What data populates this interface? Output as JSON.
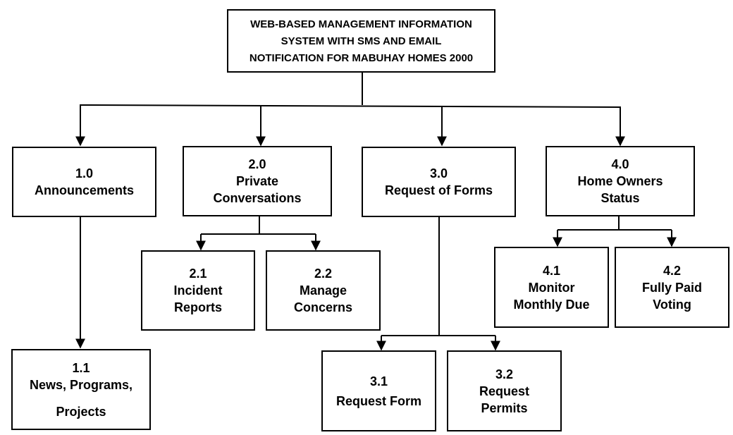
{
  "root": {
    "lines": [
      "WEB-BASED MANAGEMENT INFORMATION",
      "SYSTEM WITH SMS AND EMAIL",
      "NOTIFICATION FOR MABUHAY HOMES 2000"
    ]
  },
  "nodes": {
    "n1": {
      "number": "1.0",
      "lines": [
        "Announcements"
      ]
    },
    "n11": {
      "number": "1.1",
      "lines": [
        "News, Programs,",
        "Projects"
      ]
    },
    "n2": {
      "number": "2.0",
      "lines": [
        "Private",
        "Conversations"
      ]
    },
    "n21": {
      "number": "2.1",
      "lines": [
        "Incident",
        "Reports"
      ]
    },
    "n22": {
      "number": "2.2",
      "lines": [
        "Manage",
        "Concerns"
      ]
    },
    "n3": {
      "number": "3.0",
      "lines": [
        "Request of Forms"
      ]
    },
    "n31": {
      "number": "3.1",
      "lines": [
        "Request Form"
      ]
    },
    "n32": {
      "number": "3.2",
      "lines": [
        "Request",
        "Permits"
      ]
    },
    "n4": {
      "number": "4.0",
      "lines": [
        "Home Owners",
        "Status"
      ]
    },
    "n41": {
      "number": "4.1",
      "lines": [
        "Monitor",
        "Monthly Due"
      ]
    },
    "n42": {
      "number": "4.2",
      "lines": [
        "Fully Paid",
        "Voting"
      ]
    }
  }
}
